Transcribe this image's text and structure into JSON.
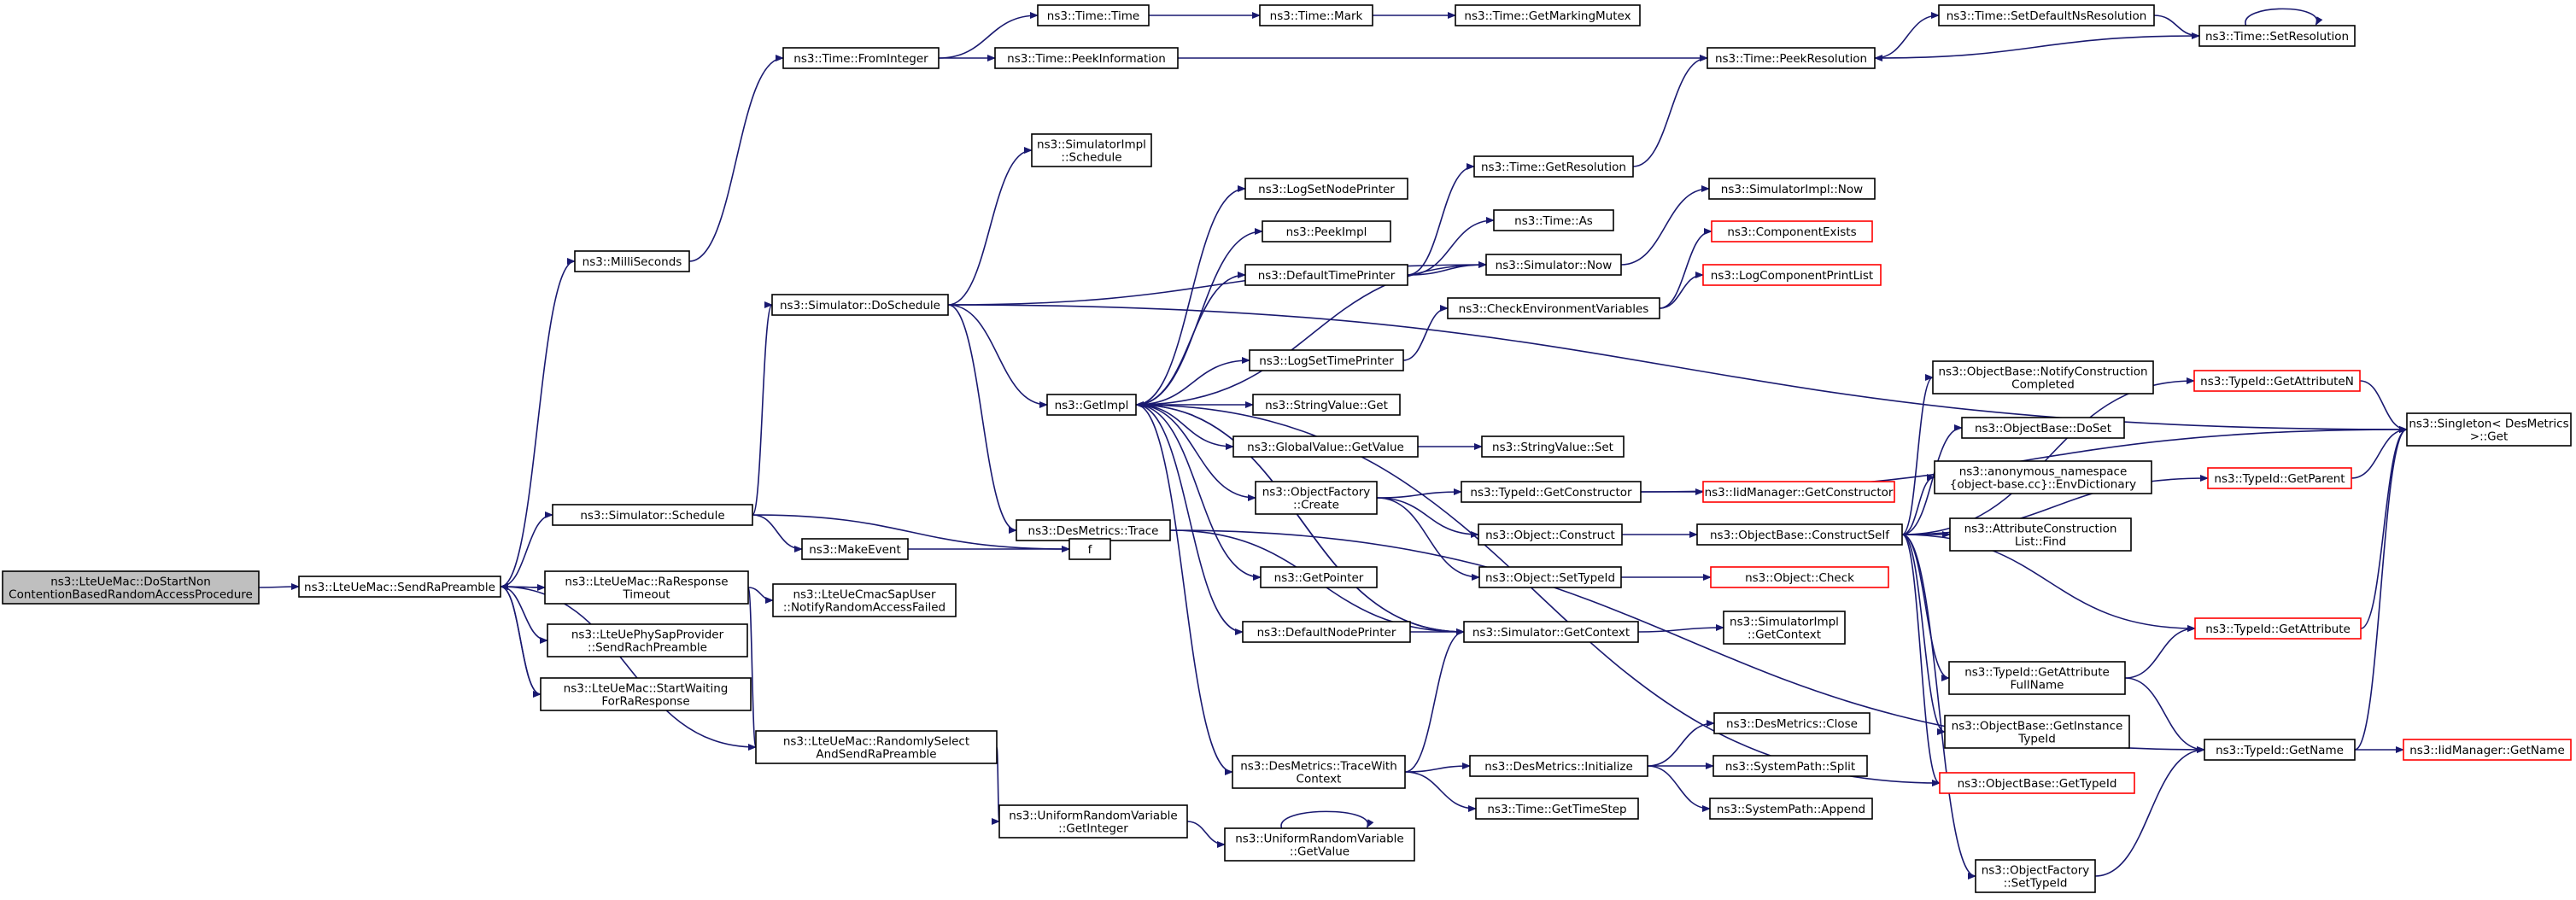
{
  "colors": {
    "edge": "#191970",
    "border": "#000000",
    "truncated_border": "#ff0000",
    "root_fill": "#bfbfbf",
    "fill": "#ffffff"
  },
  "nodes": [
    {
      "id": "root",
      "lines": [
        "ns3::LteUeMac::DoStartNon",
        "ContentionBasedRandomAccessProcedure"
      ],
      "kind": "root"
    },
    {
      "id": "sendRaPreamble",
      "lines": [
        "ns3::LteUeMac::SendRaPreamble"
      ]
    },
    {
      "id": "milliSeconds",
      "lines": [
        "ns3::MilliSeconds"
      ]
    },
    {
      "id": "fromInteger",
      "lines": [
        "ns3::Time::FromInteger"
      ]
    },
    {
      "id": "timeTime",
      "lines": [
        "ns3::Time::Time"
      ]
    },
    {
      "id": "timeMark",
      "lines": [
        "ns3::Time::Mark"
      ]
    },
    {
      "id": "getMarkingMutex",
      "lines": [
        "ns3::Time::GetMarkingMutex"
      ]
    },
    {
      "id": "peekInformation",
      "lines": [
        "ns3::Time::PeekInformation"
      ]
    },
    {
      "id": "peekResolution",
      "lines": [
        "ns3::Time::PeekResolution"
      ]
    },
    {
      "id": "setDefaultNsResolution",
      "lines": [
        "ns3::Time::SetDefaultNsResolution"
      ]
    },
    {
      "id": "setResolution",
      "lines": [
        "ns3::Time::SetResolution"
      ]
    },
    {
      "id": "simImplSchedule",
      "lines": [
        "ns3::SimulatorImpl",
        "::Schedule"
      ]
    },
    {
      "id": "doSchedule",
      "lines": [
        "ns3::Simulator::DoSchedule"
      ]
    },
    {
      "id": "getResolution",
      "lines": [
        "ns3::Time::GetResolution"
      ]
    },
    {
      "id": "simImplNow",
      "lines": [
        "ns3::SimulatorImpl::Now"
      ]
    },
    {
      "id": "logSetNodePrinter",
      "lines": [
        "ns3::LogSetNodePrinter"
      ]
    },
    {
      "id": "peekImpl",
      "lines": [
        "ns3::PeekImpl"
      ]
    },
    {
      "id": "timeAs",
      "lines": [
        "ns3::Time::As"
      ]
    },
    {
      "id": "defaultTimePrinter",
      "lines": [
        "ns3::DefaultTimePrinter"
      ]
    },
    {
      "id": "simulatorNow",
      "lines": [
        "ns3::Simulator::Now"
      ]
    },
    {
      "id": "componentExists",
      "lines": [
        "ns3::ComponentExists"
      ],
      "kind": "truncated"
    },
    {
      "id": "logComponentPrintList",
      "lines": [
        "ns3::LogComponentPrintList"
      ],
      "kind": "truncated"
    },
    {
      "id": "checkEnvVars",
      "lines": [
        "ns3::CheckEnvironmentVariables"
      ]
    },
    {
      "id": "logSetTimePrinter",
      "lines": [
        "ns3::LogSetTimePrinter"
      ]
    },
    {
      "id": "getImpl",
      "lines": [
        "ns3::GetImpl"
      ]
    },
    {
      "id": "stringValueGet",
      "lines": [
        "ns3::StringValue::Get"
      ]
    },
    {
      "id": "globalValueGetValue",
      "lines": [
        "ns3::GlobalValue::GetValue"
      ]
    },
    {
      "id": "stringValueSet",
      "lines": [
        "ns3::StringValue::Set"
      ]
    },
    {
      "id": "notifyConstructionCompleted",
      "lines": [
        "ns3::ObjectBase::NotifyConstruction",
        "Completed"
      ]
    },
    {
      "id": "typeIdGetAttributeN",
      "lines": [
        "ns3::TypeId::GetAttributeN"
      ],
      "kind": "truncated"
    },
    {
      "id": "singletonGet",
      "lines": [
        "ns3::Singleton< DesMetrics",
        ">::Get"
      ]
    },
    {
      "id": "objectBaseDoSet",
      "lines": [
        "ns3::ObjectBase::DoSet"
      ]
    },
    {
      "id": "envDictionary",
      "lines": [
        "ns3::anonymous_namespace",
        "{object-base.cc}::EnvDictionary"
      ]
    },
    {
      "id": "typeIdGetParent",
      "lines": [
        "ns3::TypeId::GetParent"
      ],
      "kind": "truncated"
    },
    {
      "id": "desMetricsTrace",
      "lines": [
        "ns3::DesMetrics::Trace"
      ]
    },
    {
      "id": "simulatorSchedule",
      "lines": [
        "ns3::Simulator::Schedule"
      ]
    },
    {
      "id": "objectFactoryCreate",
      "lines": [
        "ns3::ObjectFactory",
        "::Create"
      ]
    },
    {
      "id": "typeIdGetConstructor",
      "lines": [
        "ns3::TypeId::GetConstructor"
      ]
    },
    {
      "id": "iidManagerGetConstructor",
      "lines": [
        "ns3::IidManager::GetConstructor"
      ],
      "kind": "truncated"
    },
    {
      "id": "makeEvent",
      "lines": [
        "ns3::MakeEvent"
      ]
    },
    {
      "id": "fNode",
      "lines": [
        "f"
      ]
    },
    {
      "id": "objectConstruct",
      "lines": [
        "ns3::Object::Construct"
      ]
    },
    {
      "id": "constructSelf",
      "lines": [
        "ns3::ObjectBase::ConstructSelf"
      ]
    },
    {
      "id": "attrConstructionListFind",
      "lines": [
        "ns3::AttributeConstruction",
        "List::Find"
      ]
    },
    {
      "id": "getPointer",
      "lines": [
        "ns3::GetPointer"
      ]
    },
    {
      "id": "objectSetTypeId",
      "lines": [
        "ns3::Object::SetTypeId"
      ]
    },
    {
      "id": "objectCheck",
      "lines": [
        "ns3::Object::Check"
      ],
      "kind": "truncated"
    },
    {
      "id": "raResponseTimeout",
      "lines": [
        "ns3::LteUeMac::RaResponse",
        "Timeout"
      ]
    },
    {
      "id": "notifyRandomAccessFailed",
      "lines": [
        "ns3::LteUeCmacSapUser",
        "::NotifyRandomAccessFailed"
      ]
    },
    {
      "id": "typeIdGetAttribute",
      "lines": [
        "ns3::TypeId::GetAttribute"
      ],
      "kind": "truncated"
    },
    {
      "id": "sendRachPreamble",
      "lines": [
        "ns3::LteUePhySapProvider",
        "::SendRachPreamble"
      ]
    },
    {
      "id": "defaultNodePrinter",
      "lines": [
        "ns3::DefaultNodePrinter"
      ]
    },
    {
      "id": "simulatorGetContext",
      "lines": [
        "ns3::Simulator::GetContext"
      ]
    },
    {
      "id": "simImplGetContext",
      "lines": [
        "ns3::SimulatorImpl",
        "::GetContext"
      ]
    },
    {
      "id": "getAttributeFullName",
      "lines": [
        "ns3::TypeId::GetAttribute",
        "FullName"
      ]
    },
    {
      "id": "startWaitingForRaResponse",
      "lines": [
        "ns3::LteUeMac::StartWaiting",
        "ForRaResponse"
      ]
    },
    {
      "id": "desMetricsClose",
      "lines": [
        "ns3::DesMetrics::Close"
      ]
    },
    {
      "id": "getInstanceTypeId",
      "lines": [
        "ns3::ObjectBase::GetInstance",
        "TypeId"
      ]
    },
    {
      "id": "randomlySelect",
      "lines": [
        "ns3::LteUeMac::RandomlySelect",
        "AndSendRaPreamble"
      ]
    },
    {
      "id": "traceWithContext",
      "lines": [
        "ns3::DesMetrics::TraceWith",
        "Context"
      ]
    },
    {
      "id": "desMetricsInitialize",
      "lines": [
        "ns3::DesMetrics::Initialize"
      ]
    },
    {
      "id": "systemPathSplit",
      "lines": [
        "ns3::SystemPath::Split"
      ]
    },
    {
      "id": "typeIdGetName",
      "lines": [
        "ns3::TypeId::GetName"
      ]
    },
    {
      "id": "iidManagerGetName",
      "lines": [
        "ns3::IidManager::GetName"
      ],
      "kind": "truncated"
    },
    {
      "id": "objectBaseGetTypeId",
      "lines": [
        "ns3::ObjectBase::GetTypeId"
      ],
      "kind": "truncated"
    },
    {
      "id": "systemPathAppend",
      "lines": [
        "ns3::SystemPath::Append"
      ]
    },
    {
      "id": "getTimeStep",
      "lines": [
        "ns3::Time::GetTimeStep"
      ]
    },
    {
      "id": "uniformGetInteger",
      "lines": [
        "ns3::UniformRandomVariable",
        "::GetInteger"
      ]
    },
    {
      "id": "uniformGetValue",
      "lines": [
        "ns3::UniformRandomVariable",
        "::GetValue"
      ]
    },
    {
      "id": "objectFactorySetTypeId",
      "lines": [
        "ns3::ObjectFactory",
        "::SetTypeId"
      ]
    }
  ]
}
